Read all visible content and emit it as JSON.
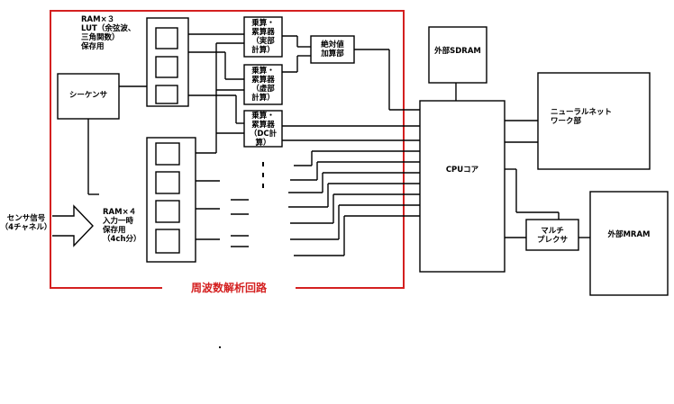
{
  "circuit_label": "周波数解析回路",
  "sequencer": "シーケンサ",
  "ram_lut": "RAM×３\nLUT（余弦波、\n三角関数）\n保存用",
  "ram_input": "RAM×４\n入力一時\n保存用\n（4ch分）",
  "mac_real": "乗算・\n累算器\n（実部\n計算）",
  "mac_imag": "乗算・\n累算器\n（虚部\n計算）",
  "mac_dc": "乗算・\n累算器\n（DC計\n算）",
  "abs_adder": "絶対値\n加算部",
  "sensor_signal": "センサ信号\n（4チャネル）",
  "ext_sdram": "外部SDRAM",
  "cpu_core": "CPUコア",
  "neural_network": "ニューラルネット\nワーク部",
  "multiplexer": "マルチ\nプレクサ",
  "ext_mram": "外部MRAM",
  "colors": {
    "frame": "#d42020",
    "line": "#000000"
  }
}
